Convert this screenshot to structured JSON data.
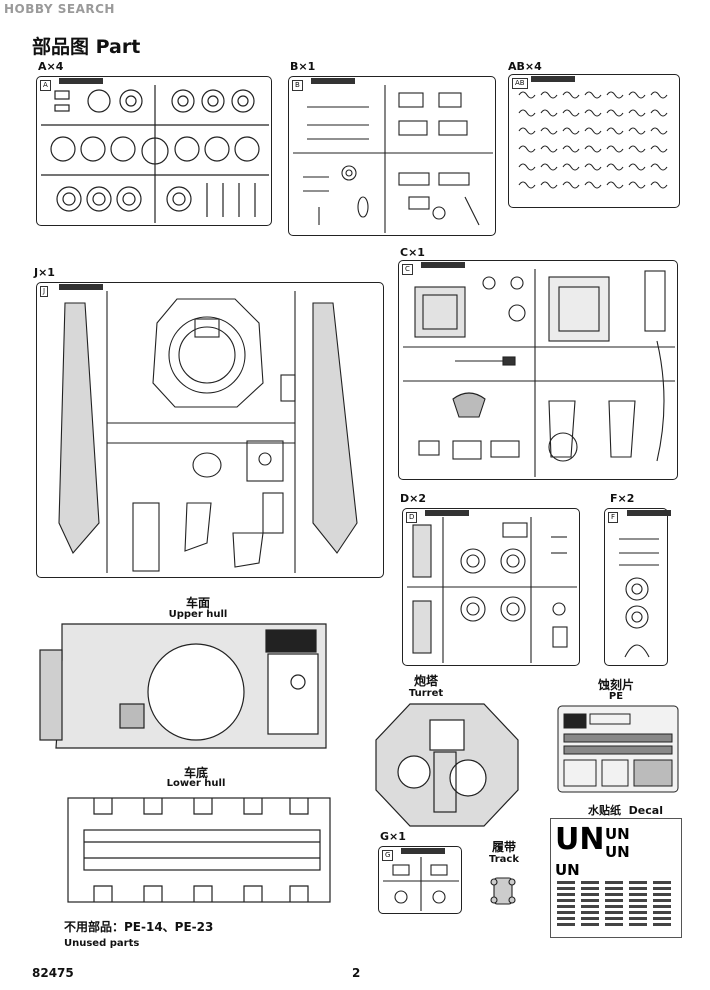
{
  "watermark": "HOBBY SEARCH",
  "page_title": "部品图 Part",
  "sprues": {
    "a": {
      "label": "A×4",
      "tag": "A"
    },
    "b": {
      "label": "B×1",
      "tag": "B"
    },
    "ab": {
      "label": "AB×4",
      "tag": "AB"
    },
    "j": {
      "label": "J×1",
      "tag": "J"
    },
    "c": {
      "label": "C×1",
      "tag": "C"
    },
    "d": {
      "label": "D×2",
      "tag": "D"
    },
    "f": {
      "label": "F×2",
      "tag": "F"
    },
    "g": {
      "label": "G×1",
      "tag": "G"
    }
  },
  "parts": {
    "upper_hull": {
      "cn": "车面",
      "en": "Upper hull"
    },
    "lower_hull": {
      "cn": "车底",
      "en": "Lower hull"
    },
    "turret": {
      "cn": "炮塔",
      "en": "Turret"
    },
    "pe": {
      "cn": "蚀刻片",
      "en": "PE"
    },
    "decal": {
      "cn": "水贴纸",
      "en": "Decal"
    },
    "track": {
      "cn": "履带",
      "en": "Track"
    }
  },
  "decal_text": {
    "big": "UN",
    "small1": "UN",
    "small2": "UN",
    "small3": "UN"
  },
  "unused": {
    "cn": "不用部品：PE-14、PE-23",
    "en": "Unused parts"
  },
  "footer": {
    "code": "82475",
    "page": "2"
  }
}
